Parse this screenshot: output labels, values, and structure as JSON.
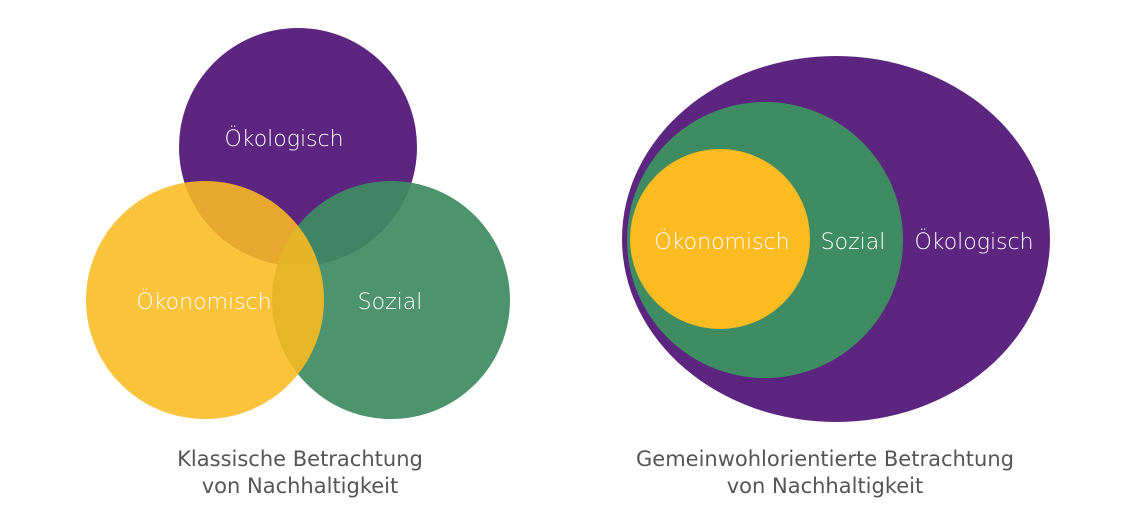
{
  "colors": {
    "purple": "#5c2680",
    "green": "#3f8c63",
    "yellow": "#fbbb21",
    "caption": "#555555",
    "background": "#ffffff"
  },
  "left_diagram": {
    "labels": {
      "top": "Ökologisch",
      "left": "Ökonomisch",
      "right": "Sozial"
    },
    "caption": {
      "line1": "Klassische Betrachtung",
      "line2": "von Nachhaltigkeit"
    }
  },
  "right_diagram": {
    "labels": {
      "inner": "Ökonomisch",
      "middle": "Sozial",
      "outer": "Ökologisch"
    },
    "caption": {
      "line1": "Gemeinwohlorientierte Betrachtung",
      "line2": "von Nachhaltigkeit"
    }
  }
}
